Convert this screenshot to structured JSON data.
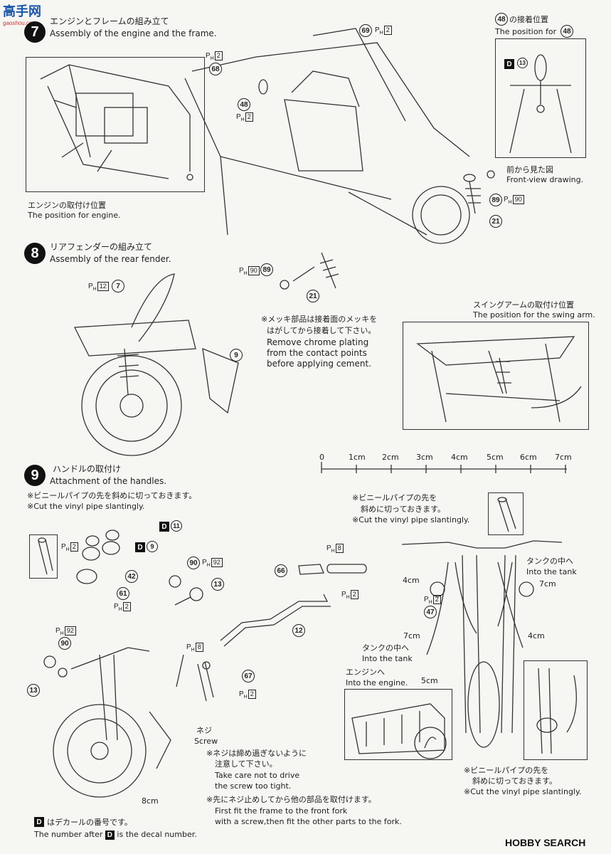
{
  "logo": {
    "text": "高手网",
    "subtext": "gaoshou.com"
  },
  "footer": {
    "brand": "HOBBY SEARCH"
  },
  "step7": {
    "number": "7",
    "title_jp": "エンジンとフレームの組み立て",
    "title_en": "Assembly of the engine and the frame.",
    "inset_engine_jp": "エンジンの取付け位置",
    "inset_engine_en": "The position for engine.",
    "inset48_title_jp": "の接着位置",
    "inset48_title_en": "The position for",
    "inset48_part": "48",
    "front_view_jp": "前から見た図",
    "front_view_en": "Front-view drawing.",
    "swingarm_jp": "スイングアームの取付け位置",
    "swingarm_en": "The position for the swing arm.",
    "note_jp1": "※メッキ部品は接着面のメッキを",
    "note_jp2": "はがしてから接着して下さい。",
    "note_en1": "Remove chrome plating",
    "note_en2": "from the contact points",
    "note_en3": "before applying cement.",
    "parts": {
      "p69": "69",
      "p68": "68",
      "p48": "48",
      "p48b": "48",
      "p89a": "89",
      "p21a": "21",
      "p89b": "89",
      "p21b": "21",
      "d13": "13"
    },
    "ph": {
      "ph69": "2",
      "ph68": "2",
      "ph48": "2",
      "ph89a": "90",
      "ph89b": "90"
    },
    "decal_d": "D"
  },
  "step8": {
    "number": "8",
    "title_jp": "リアフェンダーの組み立て",
    "title_en": "Assembly of the rear fender.",
    "parts": {
      "p7": "7",
      "p9": "9"
    },
    "ph": {
      "ph7": "12"
    }
  },
  "ruler": {
    "labels": [
      "0",
      "1cm",
      "2cm",
      "3cm",
      "4cm",
      "5cm",
      "6cm",
      "7cm"
    ]
  },
  "step9": {
    "number": "9",
    "title_jp": "ハンドルの取付け",
    "title_en": "Attachment of the handles.",
    "note1_jp": "※ビニールパイプの先を斜めに切っておきます。",
    "note1_en": "※Cut the vinyl pipe slantingly.",
    "note2_jp1": "※ビニールパイプの先を",
    "note2_jp2": "斜めに切っておきます。",
    "note2_en": "※Cut the vinyl pipe slantingly.",
    "tank1_jp": "タンクの中へ",
    "tank1_en": "Into the tank",
    "tank2_jp": "タンクの中へ",
    "tank2_en": "Into the tank",
    "engine_jp": "エンジンへ",
    "engine_en": "Into the engine.",
    "screw_jp": "ネジ",
    "screw_en": "Screw",
    "screw_note_jp1": "※ネジは締め過ぎないように",
    "screw_note_jp2": "注意して下さい。",
    "screw_note_en1": "Take care not to drive",
    "screw_note_en2": "the screw too tight.",
    "fit_note_jp": "※先にネジ止めしてから他の部品を取付けます。",
    "fit_note_en1": "First fit the frame to the front fork",
    "fit_note_en2": "with a screw,then fit the other parts to the fork.",
    "note3_jp1": "※ビニールパイプの先を",
    "note3_jp2": "斜めに切っておきます。",
    "note3_en": "※Cut the vinyl pipe slantingly.",
    "decal_note_jp": "はデカールの番号です。",
    "decal_note_en_pre": "The number after",
    "decal_note_en_post": "is the decal number.",
    "decal_d": "D",
    "lengths": {
      "l4cm_a": "4cm",
      "l7cm_a": "7cm",
      "l7cm_b": "7cm",
      "l5cm": "5cm",
      "l4cm_b": "4cm",
      "l8cm": "8cm"
    },
    "parts": {
      "p42": "42",
      "p61": "61",
      "p90a": "90",
      "p13a": "13",
      "p66": "66",
      "p12": "12",
      "p67": "67",
      "p90b": "90",
      "p13b": "13",
      "p47": "47"
    },
    "decals": {
      "d11": "11",
      "d9": "9"
    },
    "ph": {
      "ph42": "2",
      "ph61": "2",
      "ph90a": "92",
      "ph66": "8",
      "ph66b": "2",
      "ph90b": "92",
      "ph67": "8",
      "ph67b": "2",
      "ph47": "2"
    }
  }
}
